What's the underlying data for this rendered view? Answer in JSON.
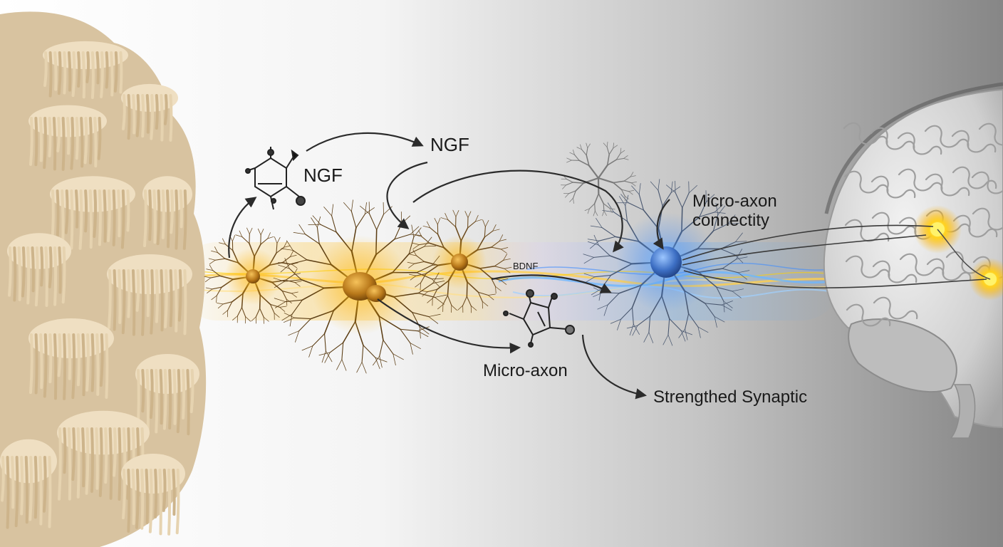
{
  "labels": {
    "ngf_molecule": "NGF",
    "ngf_top": "NGF",
    "bdnf": "BDNF",
    "micro_axon": "Micro-axon",
    "micro_axon_connectivity_line1": "Micro-axon",
    "micro_axon_connectivity_line2": "connectity",
    "strengthened_synaptic": "Strengthed Synaptic"
  },
  "colors": {
    "background_left": "#ffffff",
    "background_right": "#8c8c8c",
    "mushroom": "#e8d6b8",
    "mushroom_shadow": "#c9b18a",
    "warm_neuron": "#c98a1a",
    "warm_glow": "#ffb300",
    "cool_neuron": "#3d6fc4",
    "cool_glow": "#4aa3ff",
    "brain": "#d9d9d9",
    "brain_glow": "#ffd21f",
    "arrow": "#2b2b2b"
  },
  "icons": [
    "lions-mane-mushroom-image",
    "ngf-molecule-icon",
    "bdnf-molecule-icon",
    "neuron-icon",
    "brain-icon"
  ]
}
